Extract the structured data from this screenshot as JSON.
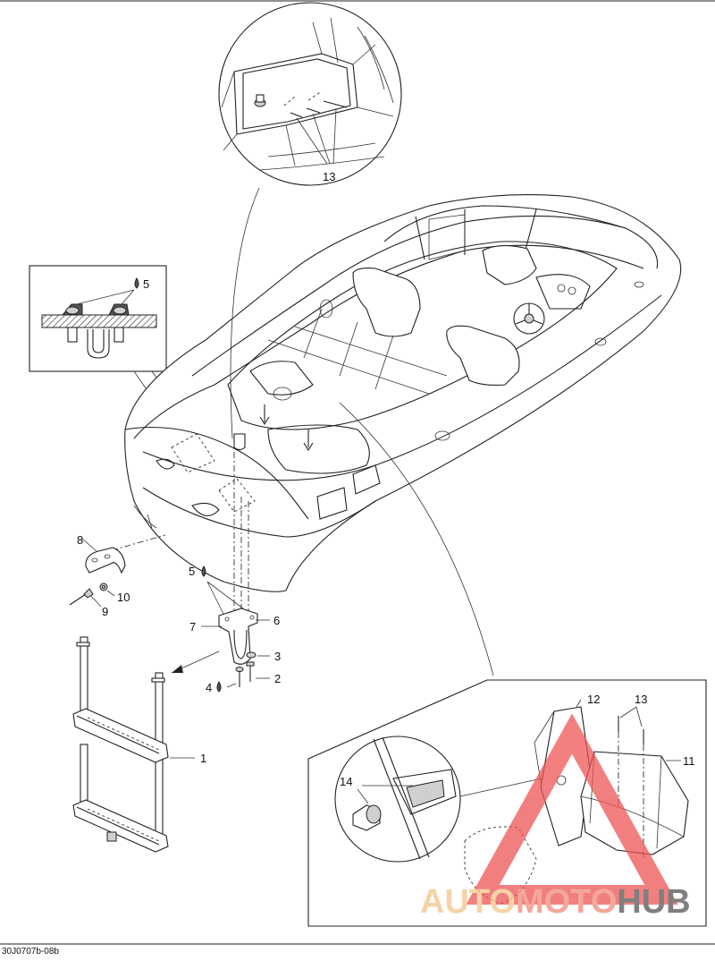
{
  "labels": {
    "l1": "1",
    "l2": "2",
    "l3": "3",
    "l4": "4",
    "l5a": "5",
    "l5b": "5",
    "l6": "6",
    "l7": "7",
    "l8": "8",
    "l9": "9",
    "l10": "10",
    "l11": "11",
    "l12": "12",
    "l13a": "13",
    "l13b": "13",
    "l14": "14"
  },
  "footer_code": "30J0707b-08b",
  "watermark": {
    "part1": "AUTO",
    "part2": "MOTO",
    "part3": "HUB",
    "colors": {
      "auto": "#f2c58a",
      "moto": "#f08a7a",
      "hub": "#555555",
      "triangle": "#ee5555"
    }
  }
}
